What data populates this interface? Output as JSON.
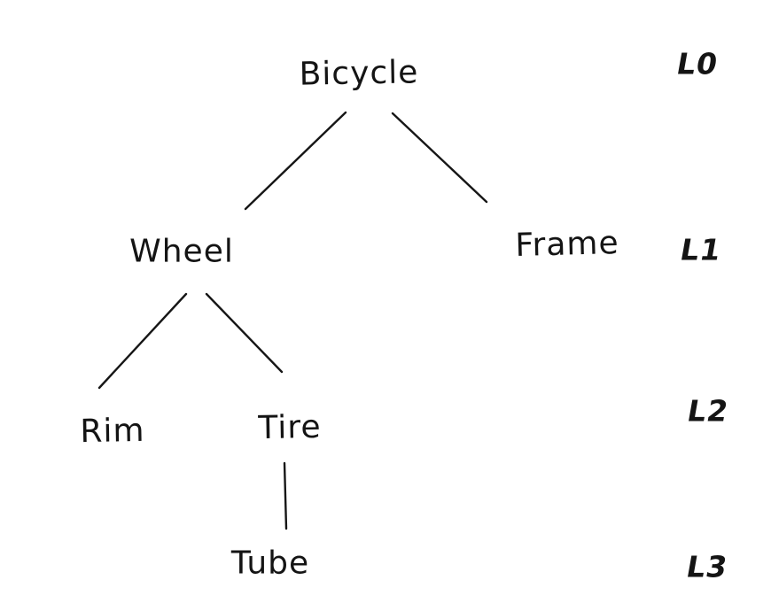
{
  "diagram": {
    "type": "tree",
    "subject": "bicycle-component-hierarchy",
    "ink_color": "#161616",
    "background_color": "#ffffff",
    "nodes": [
      {
        "id": "bicycle",
        "label": "Bicycle",
        "level": "L0",
        "parent": null
      },
      {
        "id": "wheel",
        "label": "Wheel",
        "level": "L1",
        "parent": "Bicycle"
      },
      {
        "id": "frame",
        "label": "Frame",
        "level": "L1",
        "parent": "Bicycle"
      },
      {
        "id": "rim",
        "label": "Rim",
        "level": "L2",
        "parent": "Wheel"
      },
      {
        "id": "tire",
        "label": "Tire",
        "level": "L2",
        "parent": "Wheel"
      },
      {
        "id": "tube",
        "label": "Tube",
        "level": "L3",
        "parent": "Tire"
      }
    ],
    "edges": [
      {
        "from": "Bicycle",
        "to": "Wheel"
      },
      {
        "from": "Bicycle",
        "to": "Frame"
      },
      {
        "from": "Wheel",
        "to": "Rim"
      },
      {
        "from": "Wheel",
        "to": "Tire"
      },
      {
        "from": "Tire",
        "to": "Tube"
      }
    ],
    "level_labels": [
      {
        "label": "L0"
      },
      {
        "label": "L1"
      },
      {
        "label": "L2"
      },
      {
        "label": "L3"
      }
    ]
  }
}
